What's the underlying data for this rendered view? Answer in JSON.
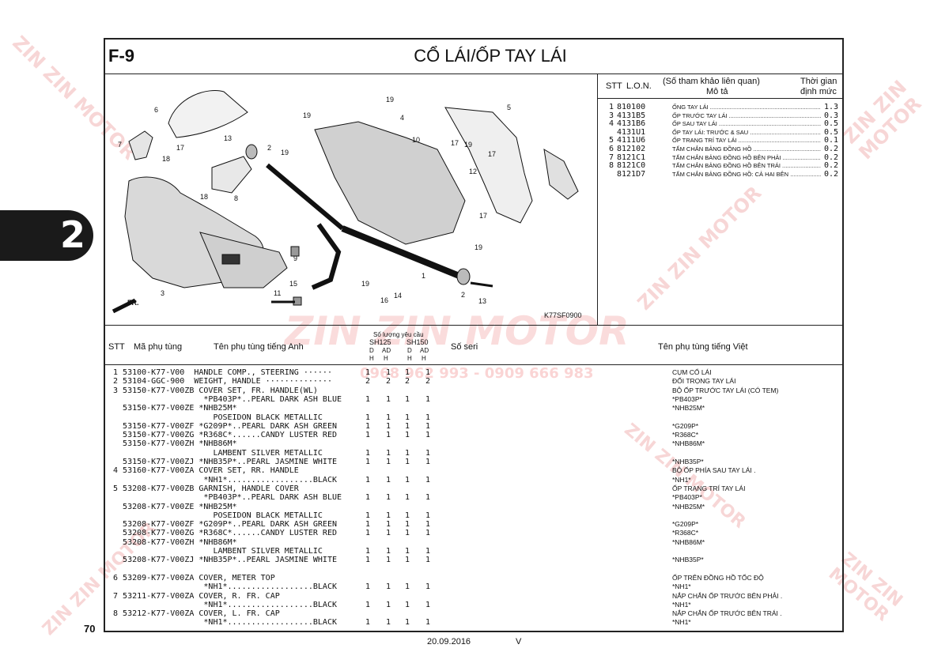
{
  "page": {
    "section_tab": "2",
    "figure_code": "F-9",
    "title": "CỔ LÁI/ỐP TAY LÁI",
    "page_number": "70",
    "date": "20.09.2016",
    "version": "V",
    "diagram_code": "K77SF0900",
    "front_label": "FR.",
    "watermark_text": "ZIN ZIN MOTOR",
    "watermark_phone": "0968 962 993 - 0909 666 983",
    "callouts": [
      "1",
      "2",
      "3",
      "4",
      "5",
      "6",
      "7",
      "8",
      "9",
      "10",
      "11",
      "12",
      "13",
      "14",
      "15",
      "16",
      "17",
      "18",
      "19"
    ]
  },
  "reference_table": {
    "headers": {
      "stt": "STT",
      "lon": "L.O.N.",
      "desc_line1": "(Số tham khảo liên quan)",
      "desc_line2": "Mô tả",
      "time_line1": "Thời gian",
      "time_line2": "định mức"
    },
    "rows": [
      {
        "stt": "1",
        "lon": "810100",
        "desc": "ỐNG TAY LÁI",
        "time": "1.3"
      },
      {
        "stt": "3",
        "lon": "4131B5",
        "desc": "ỐP TRƯỚC TAY LÁI",
        "time": "0.3"
      },
      {
        "stt": "4",
        "lon": "4131B6",
        "desc": "ỐP SAU TAY LÁI",
        "time": "0.5"
      },
      {
        "stt": "",
        "lon": "4131U1",
        "desc": "ỐP TAY LÁI: TRƯỚC & SAU",
        "time": "0.5"
      },
      {
        "stt": "5",
        "lon": "4111U6",
        "desc": "ỐP TRANG TRÍ TAY LÁI",
        "time": "0.1"
      },
      {
        "stt": "6",
        "lon": "812102",
        "desc": "TẤM CHẮN BẢNG ĐỒNG HỒ",
        "time": "0.2"
      },
      {
        "stt": "7",
        "lon": "8121C1",
        "desc": "TẤM CHẮN BẢNG ĐỒNG HỒ BÊN PHẢI",
        "time": "0.2"
      },
      {
        "stt": "8",
        "lon": "8121C0",
        "desc": "TẤM CHẮN BẢNG ĐỒNG HỒ BÊN TRÁI",
        "time": "0.2"
      },
      {
        "stt": "",
        "lon": "8121D7",
        "desc": "TẤM CHẮN BẢNG ĐỒNG HỒ: CẢ HAI BÊN",
        "time": "0.2"
      }
    ]
  },
  "parts_table": {
    "headers": {
      "stt": "STT",
      "part_no": "Mã phụ tùng",
      "name_en": "Tên phụ tùng tiếng Anh",
      "qty_caption": "Số lượng yêu cầu",
      "sh125": "SH125",
      "sh150": "SH150",
      "sub1": "D",
      "sub2": "AD",
      "sub3": "D",
      "sub4": "AD",
      "h": "H",
      "serial": "Số seri",
      "name_vi": "Tên phụ tùng tiếng Việt"
    },
    "rows": [
      {
        "en": " 1 53100-K77-V00  HANDLE COMP., STEERING ······",
        "q": [
          "1",
          "1",
          "1",
          "1"
        ],
        "vi": "CỤM CỔ LÁI"
      },
      {
        "en": " 2 53104-GGC-900  WEIGHT, HANDLE ··············",
        "q": [
          "2",
          "2",
          "2",
          "2"
        ],
        "vi": "ĐỐI TRỌNG TAY LÁI"
      },
      {
        "en": " 3 53150-K77-V00ZB COVER SET, FR. HANDLE(WL)",
        "q": [
          "",
          "",
          "",
          ""
        ],
        "vi": "BỘ ỐP TRƯỚC TAY LÁI (CÓ TEM)"
      },
      {
        "en": "                    *PB403P*..PEARL DARK ASH BLUE",
        "q": [
          "1",
          "1",
          "1",
          "1"
        ],
        "vi": "*PB403P*"
      },
      {
        "en": "   53150-K77-V00ZE *NHB25M*",
        "q": [
          "",
          "",
          "",
          ""
        ],
        "vi": "*NHB25M*"
      },
      {
        "en": "                      POSEIDON BLACK METALLIC",
        "q": [
          "1",
          "1",
          "1",
          "1"
        ],
        "vi": ""
      },
      {
        "en": "   53150-K77-V00ZF *G209P*..PEARL DARK ASH GREEN",
        "q": [
          "1",
          "1",
          "1",
          "1"
        ],
        "vi": "*G209P*"
      },
      {
        "en": "   53150-K77-V00ZG *R368C*......CANDY LUSTER RED",
        "q": [
          "1",
          "1",
          "1",
          "1"
        ],
        "vi": "*R368C*"
      },
      {
        "en": "   53150-K77-V00ZH *NHB86M*",
        "q": [
          "",
          "",
          "",
          ""
        ],
        "vi": "*NHB86M*"
      },
      {
        "en": "                      LAMBENT SILVER METALLIC",
        "q": [
          "1",
          "1",
          "1",
          "1"
        ],
        "vi": ""
      },
      {
        "en": "   53150-K77-V00ZJ *NHB35P*..PEARL JASMINE WHITE",
        "q": [
          "1",
          "1",
          "1",
          "1"
        ],
        "vi": "*NHB35P*"
      },
      {
        "en": " 4 53160-K77-V00ZA COVER SET, RR. HANDLE",
        "q": [
          "",
          "",
          "",
          ""
        ],
        "vi": "BỘ ỐP PHÍA SAU TAY LÁI ."
      },
      {
        "en": "                    *NH1*..................BLACK",
        "q": [
          "1",
          "1",
          "1",
          "1"
        ],
        "vi": "*NH1*"
      },
      {
        "en": " 5 53208-K77-V00ZB GARNISH, HANDLE COVER",
        "q": [
          "",
          "",
          "",
          ""
        ],
        "vi": "ỐP TRANG TRÍ TAY LÁI"
      },
      {
        "en": "                    *PB403P*..PEARL DARK ASH BLUE",
        "q": [
          "1",
          "1",
          "1",
          "1"
        ],
        "vi": "*PB403P*"
      },
      {
        "en": "   53208-K77-V00ZE *NHB25M*",
        "q": [
          "",
          "",
          "",
          ""
        ],
        "vi": "*NHB25M*"
      },
      {
        "en": "                      POSEIDON BLACK METALLIC",
        "q": [
          "1",
          "1",
          "1",
          "1"
        ],
        "vi": ""
      },
      {
        "en": "   53208-K77-V00ZF *G209P*..PEARL DARK ASH GREEN",
        "q": [
          "1",
          "1",
          "1",
          "1"
        ],
        "vi": "*G209P*"
      },
      {
        "en": "   53208-K77-V00ZG *R368C*......CANDY LUSTER RED",
        "q": [
          "1",
          "1",
          "1",
          "1"
        ],
        "vi": "*R368C*"
      },
      {
        "en": "   53208-K77-V00ZH *NHB86M*",
        "q": [
          "",
          "",
          "",
          ""
        ],
        "vi": "*NHB86M*"
      },
      {
        "en": "                      LAMBENT SILVER METALLIC",
        "q": [
          "1",
          "1",
          "1",
          "1"
        ],
        "vi": ""
      },
      {
        "en": "   53208-K77-V00ZJ *NHB35P*..PEARL JASMINE WHITE",
        "q": [
          "1",
          "1",
          "1",
          "1"
        ],
        "vi": "*NHB35P*"
      },
      {
        "en": "",
        "q": [
          "",
          "",
          "",
          ""
        ],
        "vi": ""
      },
      {
        "en": " 6 53209-K77-V00ZA COVER, METER TOP",
        "q": [
          "",
          "",
          "",
          ""
        ],
        "vi": "ỐP TRÊN ĐỒNG HỒ TỐC ĐỘ"
      },
      {
        "en": "                    *NH1*..................BLACK",
        "q": [
          "1",
          "1",
          "1",
          "1"
        ],
        "vi": "*NH1*"
      },
      {
        "en": " 7 53211-K77-V00ZA COVER, R. FR. CAP",
        "q": [
          "",
          "",
          "",
          ""
        ],
        "vi": "NẮP CHẮN ỐP TRƯỚC BÊN PHẢI ."
      },
      {
        "en": "                    *NH1*..................BLACK",
        "q": [
          "1",
          "1",
          "1",
          "1"
        ],
        "vi": "*NH1*"
      },
      {
        "en": " 8 53212-K77-V00ZA COVER, L. FR. CAP",
        "q": [
          "",
          "",
          "",
          ""
        ],
        "vi": "NẮP CHẮN ỐP TRƯỚC BÊN TRÁI ."
      },
      {
        "en": "                    *NH1*..................BLACK",
        "q": [
          "1",
          "1",
          "1",
          "1"
        ],
        "vi": "*NH1*"
      }
    ]
  }
}
